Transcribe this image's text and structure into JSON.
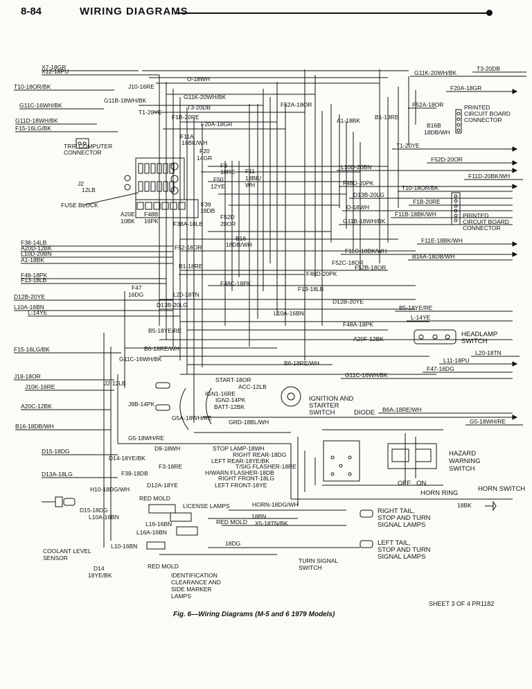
{
  "header": {
    "page_number": "8-84",
    "title": "WIRING DIAGRAMS"
  },
  "left_wires": [
    "X7-18GR",
    "X12-18PU",
    "T10-18OR/BK",
    "G11C-16WH/BK",
    "G11D-18WH/BK",
    "F15-16LG/BK",
    "F38-14LB",
    "A20D-12BK",
    "L10D-20BN",
    "A1-18BK",
    "F48-18PK",
    "F13-18LB",
    "D12B-20YE",
    "L10A-16BN",
    "L-14YE",
    "F15-16LG/BK",
    "J18-18OR",
    "J10K-16RE",
    "A20C-12BK",
    "B16-18DB/WH",
    "D15-18DG",
    "D13A-18LG"
  ],
  "center_wires": [
    "J10-16RE",
    "G11B-18WH/BK",
    "T1-20YE",
    "O-18WH",
    "G11K-20WH/BK",
    "T3-20DB",
    "F1B-20RE",
    "F20A-18GR",
    "F11A",
    "18BK/WH",
    "F20",
    "14GR",
    "F3",
    "18RE",
    "F50",
    "12YE",
    "F11",
    "18BK/",
    "WH",
    "F39",
    "18DB",
    "A20E",
    "10BK",
    "F48B",
    "16PK",
    "F38A-18LB",
    "F52D",
    "20OR",
    "B16",
    "18DB/WH",
    "F52-18OR",
    "B1-18RE",
    "F47",
    "16DG",
    "L20-18TN",
    "D13B-20LG",
    "B5-18YE/RE",
    "B6-18RE/WH",
    "G11C-16WH/BK",
    "B6-18RE/WH",
    "F52A-18OR",
    "A1-18BK",
    "B1-18RE",
    "F48C-18PK",
    "F13-18LB",
    "L10A-16BN",
    "F48D-20PK",
    "F52C-18OR",
    "F52B-18OR",
    "D12B-20YE",
    "F48A-18PK",
    "A20F-12BK",
    "J2-12LB",
    "J9B-14PK",
    "G5A-18WH/RE",
    "G5-18WH/RE",
    "D9-18WH",
    "D14-18YE/BK",
    "F39-18DB",
    "F3-18RE",
    "D12A-18YE",
    "H10-18DG/WH",
    "D15-18DG",
    "L10A-16BN",
    "L16-16BN",
    "L16A-16BN",
    "L10-16BN",
    "X5-18TN/BK",
    "18BN",
    "18DG"
  ],
  "right_wires": [
    "G11K-20WH/BK",
    "T3-20DB",
    "F20A-18GR",
    "F52A-18OR",
    "B16B",
    "18DB/WH",
    "T1-20YE",
    "F52D-20OR",
    "L10D-20BN",
    "F11D-20BK/WH",
    "F48D-20PK",
    "T10-18OR/BK",
    "D13B-20LG",
    "F1B-20RE",
    "O-18WH",
    "F11B-18BK/WH",
    "G11B-18WH/BK",
    "F11E-18BK/WH",
    "F11C-18BK/WH",
    "B16A-18DB/WH",
    "B5-18YE/RE",
    "L-14YE",
    "L20-18TN",
    "L11-18PU",
    "F47-16DG",
    "G11C-16WH/BK",
    "B6A-18RE/WH",
    "G5-18WH/RE"
  ],
  "switch_wires": [
    "START-18OR",
    "ACC-12LB",
    "IGN1-16RE",
    "IGN2-14PK",
    "BATT-12BK",
    "GRD-18BL/WH",
    "STOP LAMP-18WH",
    "RIGHT REAR-18DG",
    "LEFT REAR-18YE/BK",
    "T/SIG FLASHER-18RE",
    "H/WARN FLASHER-18DB",
    "RIGHT FRONT-18LG",
    "LEFT FRONT-18YE",
    "HORN-18DG/WH",
    "18BK"
  ],
  "components": {
    "trip_connector": "TRIP COMPUTER CONNECTOR",
    "j2": "J2",
    "j2_wire": "12LB",
    "fuse_block": "FUSE BLOCK",
    "pcb1": "PRINTED CIRCUIT BOARD CONNECTOR",
    "pcb2": "PRINTED CIRCUIT BOARD CONNECTOR",
    "headlamp": "HEADLAMP SWITCH",
    "ignition": "IGNITION AND STARTER SWITCH",
    "diode": "DIODE",
    "hazard": "HAZARD WARNING SWITCH",
    "off": "OFF",
    "on": "ON",
    "horn_ring": "HORN RING",
    "horn_switch": "HORN SWITCH",
    "red_mold1": "RED MOLD",
    "license_lamps": "LICENSE LAMPS",
    "red_mold2": "RED MOLD",
    "red_mold3": "RED MOLD",
    "right_tail": "RIGHT TAIL, STOP AND TURN SIGNAL LAMPS",
    "left_tail": "LEFT TAIL, STOP AND TURN SIGNAL LAMPS",
    "coolant": "COOLANT LEVEL SENSOR",
    "d14": "D14",
    "d14_wire": "18YE/BK",
    "turn_switch": "TURN SIGNAL SWITCH",
    "identification": "IDENTIFICATION CLEARANCE AND SIDE MARKER LAMPS"
  },
  "footer": {
    "sheet": "SHEET 3 OF 4  PR1182",
    "caption": "Fig. 6—Wiring Diagrams (M-5 and 6 1979 Models)"
  }
}
